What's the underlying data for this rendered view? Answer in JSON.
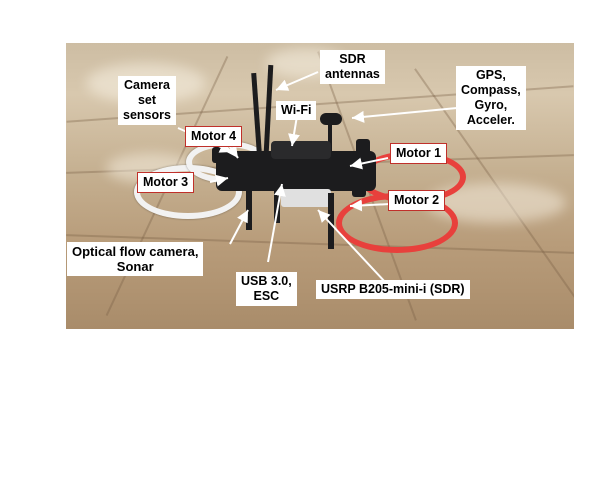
{
  "labels": {
    "sdr_antennas": "SDR\nantennas",
    "gps_sensors": "GPS,\nCompass,\nGyro,\nAcceler.",
    "camera_sensors": "Camera\nset\nsensors",
    "wifi": "Wi-Fi",
    "motor4": "Motor 4",
    "motor1": "Motor 1",
    "motor3": "Motor 3",
    "motor2": "Motor 2",
    "optical_flow": "Optical flow camera,\nSonar",
    "usb": "USB 3.0,\nESC",
    "usrp": "USRP B205-mini-i (SDR)"
  },
  "colors": {
    "motor_border": "#c0302a",
    "front_prop_guard": "#f2f2f2",
    "rear_prop_guard": "#e8403c",
    "frame": "#1c1c1e"
  }
}
